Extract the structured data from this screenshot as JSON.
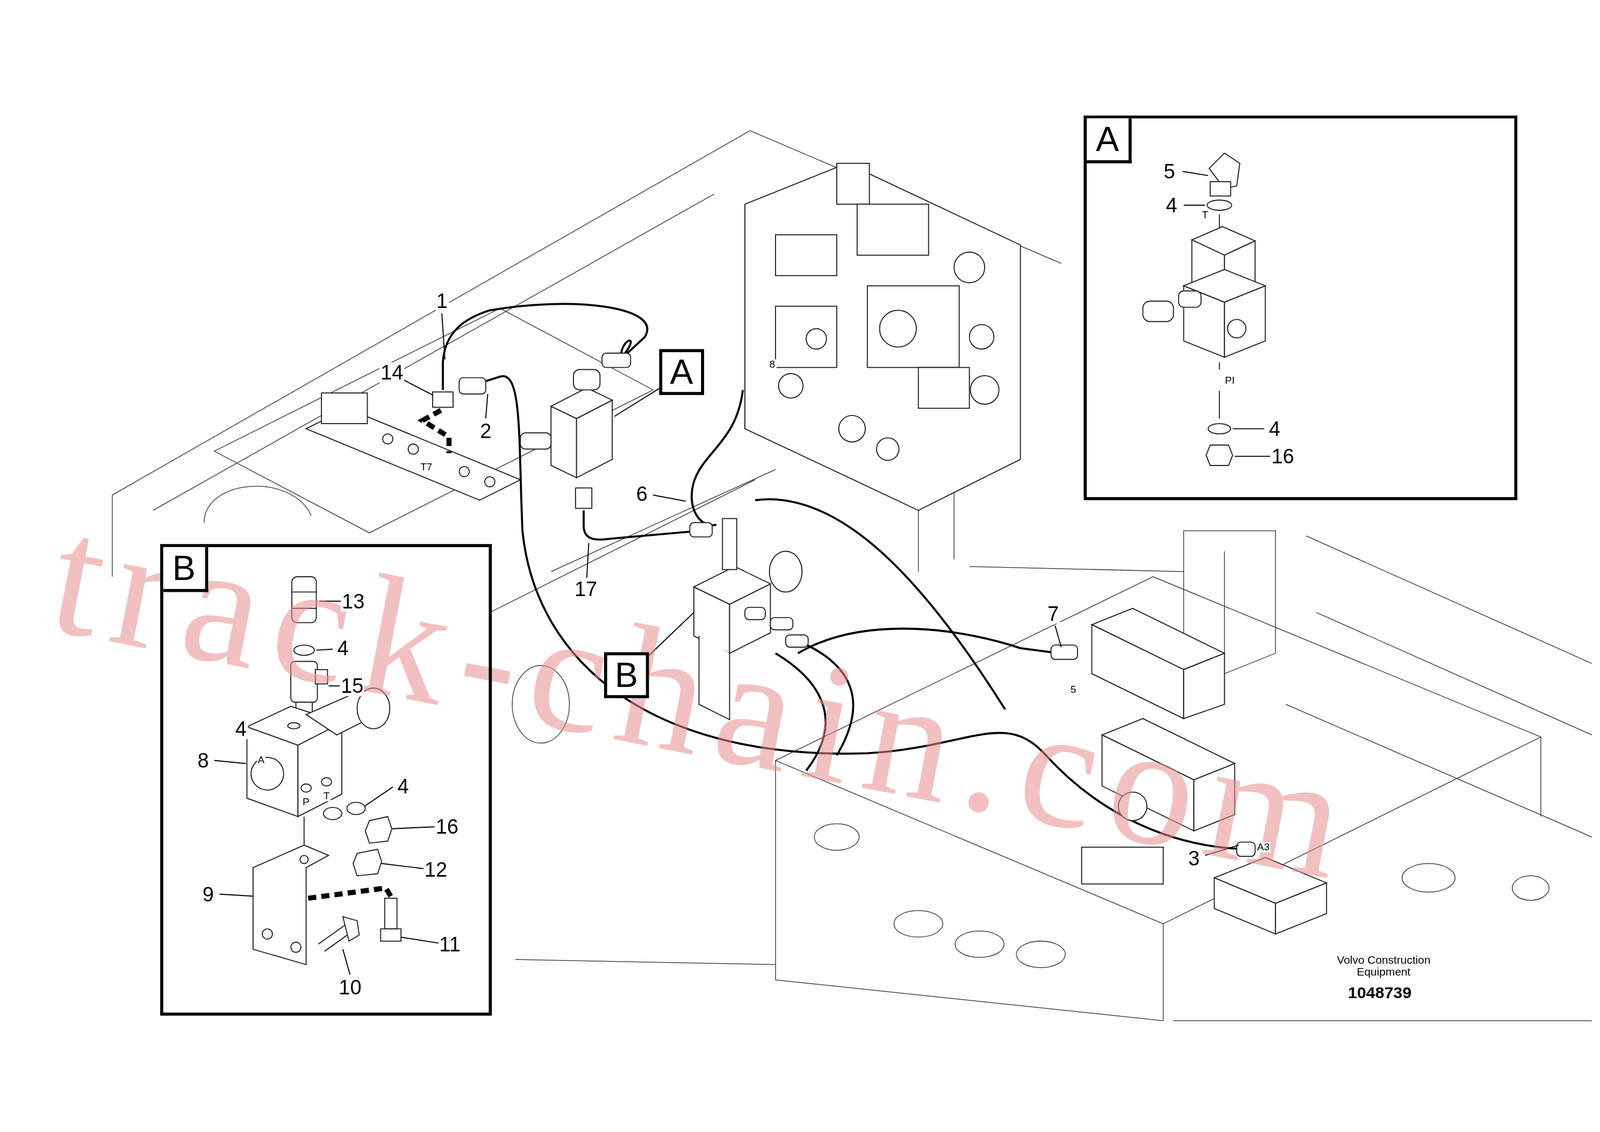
{
  "diagram": {
    "nodes": [
      {
        "text": [
          "A"
        ]
      },
      {
        "text": [
          "A"
        ]
      },
      {
        "text": [
          "B"
        ]
      },
      {
        "text": [
          "B"
        ]
      }
    ],
    "labels": [
      "1",
      "14",
      "2",
      "T7",
      "8",
      "6",
      "17",
      "7",
      "5",
      "3",
      "A3",
      "5",
      "4",
      "T",
      "PI",
      "4",
      "16",
      "13",
      "4",
      "15",
      "4",
      "A",
      "8",
      "P",
      "T",
      "4",
      "16",
      "12",
      "9",
      "11",
      "10",
      "Volvo Construction Equipment",
      "1048739",
      "track-chain.com"
    ]
  }
}
